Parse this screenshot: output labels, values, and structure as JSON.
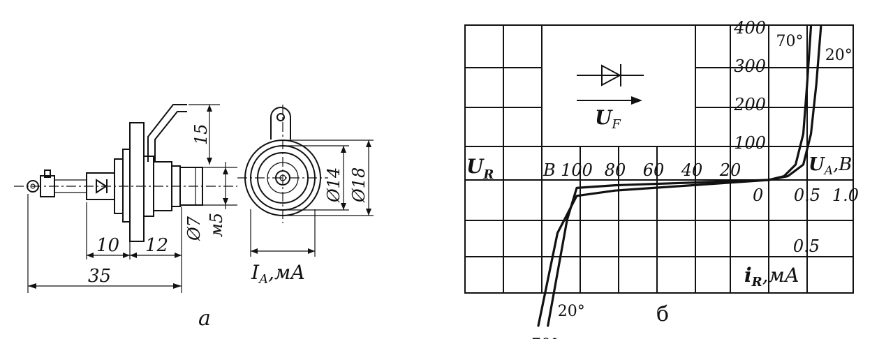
{
  "drawing": {
    "dim_35": "35",
    "dim_10": "10",
    "dim_12": "12",
    "dim_15": "15",
    "dim_d7": "Ø7",
    "dim_m5": "м5",
    "dim_d14": "Ø14",
    "dim_d18": "Ø18",
    "caption": "a"
  },
  "chart": {
    "ylabel_current": "I",
    "ylabel_current_sub": "A",
    "ylabel_current_unit": ",мА",
    "ylabel_voltage": "U",
    "ylabel_voltage_sub": "R",
    "xlabel_voltage": "U",
    "xlabel_voltage_sub": "A",
    "xlabel_voltage_unit": ",B",
    "neg_axis_unit": "B",
    "xlabel_current": "i",
    "xlabel_current_sub": "R",
    "xlabel_current_unit": ",мА",
    "uf_label": "U",
    "uf_sub": "F",
    "zero_label": "0",
    "caption": "б"
  },
  "chart_data": {
    "type": "line",
    "x_ticks_positive": [
      "0.5",
      "1.0"
    ],
    "x_ticks_negative": [
      "100",
      "80",
      "60",
      "40",
      "20"
    ],
    "y_ticks_positive": [
      "100",
      "200",
      "300",
      "400"
    ],
    "y_ticks_negative": [
      "0.5"
    ],
    "series": [
      {
        "name": "70°",
        "quadrant": "forward",
        "x": [
          0.0,
          0.2,
          0.35,
          0.45,
          0.5,
          0.55
        ],
        "y": [
          0,
          10,
          40,
          120,
          250,
          400
        ]
      },
      {
        "name": "20°",
        "quadrant": "forward",
        "x": [
          0.0,
          0.25,
          0.45,
          0.55,
          0.62,
          0.68
        ],
        "y": [
          0,
          10,
          40,
          120,
          250,
          400
        ]
      },
      {
        "name": "70°",
        "quadrant": "reverse",
        "x": [
          0,
          20,
          40,
          60,
          80,
          100,
          110,
          120
        ],
        "y": [
          0,
          0.02,
          0.04,
          0.06,
          0.08,
          0.12,
          0.4,
          1.1
        ]
      },
      {
        "name": "20°",
        "quadrant": "reverse",
        "x": [
          0,
          20,
          40,
          60,
          80,
          100,
          105,
          115
        ],
        "y": [
          0,
          0.01,
          0.02,
          0.03,
          0.04,
          0.06,
          0.3,
          1.1
        ]
      }
    ]
  }
}
